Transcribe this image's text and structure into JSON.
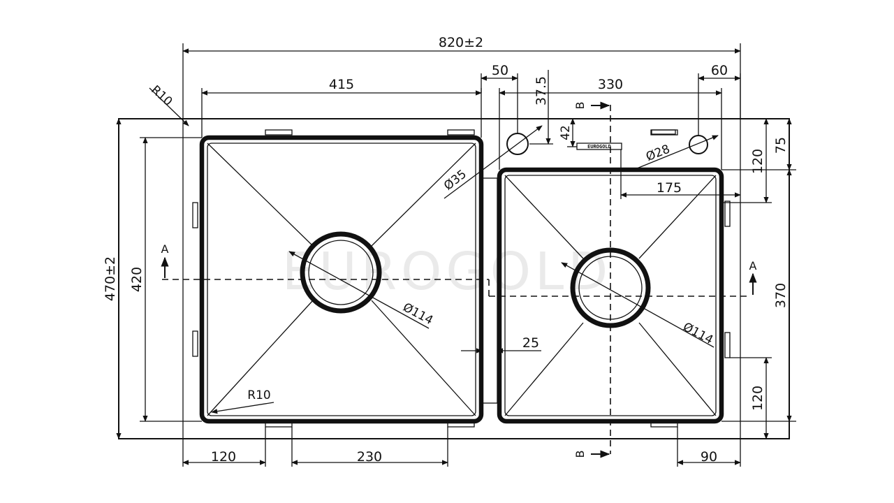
{
  "brand": {
    "watermark": "EUROGOLD",
    "plate_logo": "EUROGOLD"
  },
  "dimensions": {
    "overall_width": "820±2",
    "overall_height": "470±2",
    "left_bowl_width": "415",
    "left_bowl_height": "420",
    "tap_hole_offset": "50",
    "tap_hole_top": "37.5",
    "right_bowl_width": "330",
    "right_hole_offset": "60",
    "right_hole_top": "120",
    "plate_top": "75",
    "label_plate": "42",
    "label_plate_offset": "175",
    "right_bowl_height": "370",
    "right_clip_bottom": "120",
    "divider": "25",
    "bottom_left": "120",
    "bottom_middle": "230",
    "bottom_right": "90",
    "corner_radius_outer": "R10",
    "corner_radius_inner": "R10",
    "tap_hole_dia": "Ø35",
    "right_hole_dia": "Ø28",
    "left_drain_dia": "Ø114",
    "right_drain_dia": "Ø114"
  },
  "sections": {
    "a_left": "A",
    "a_right": "A",
    "b_top": "B",
    "b_bottom": "B"
  }
}
